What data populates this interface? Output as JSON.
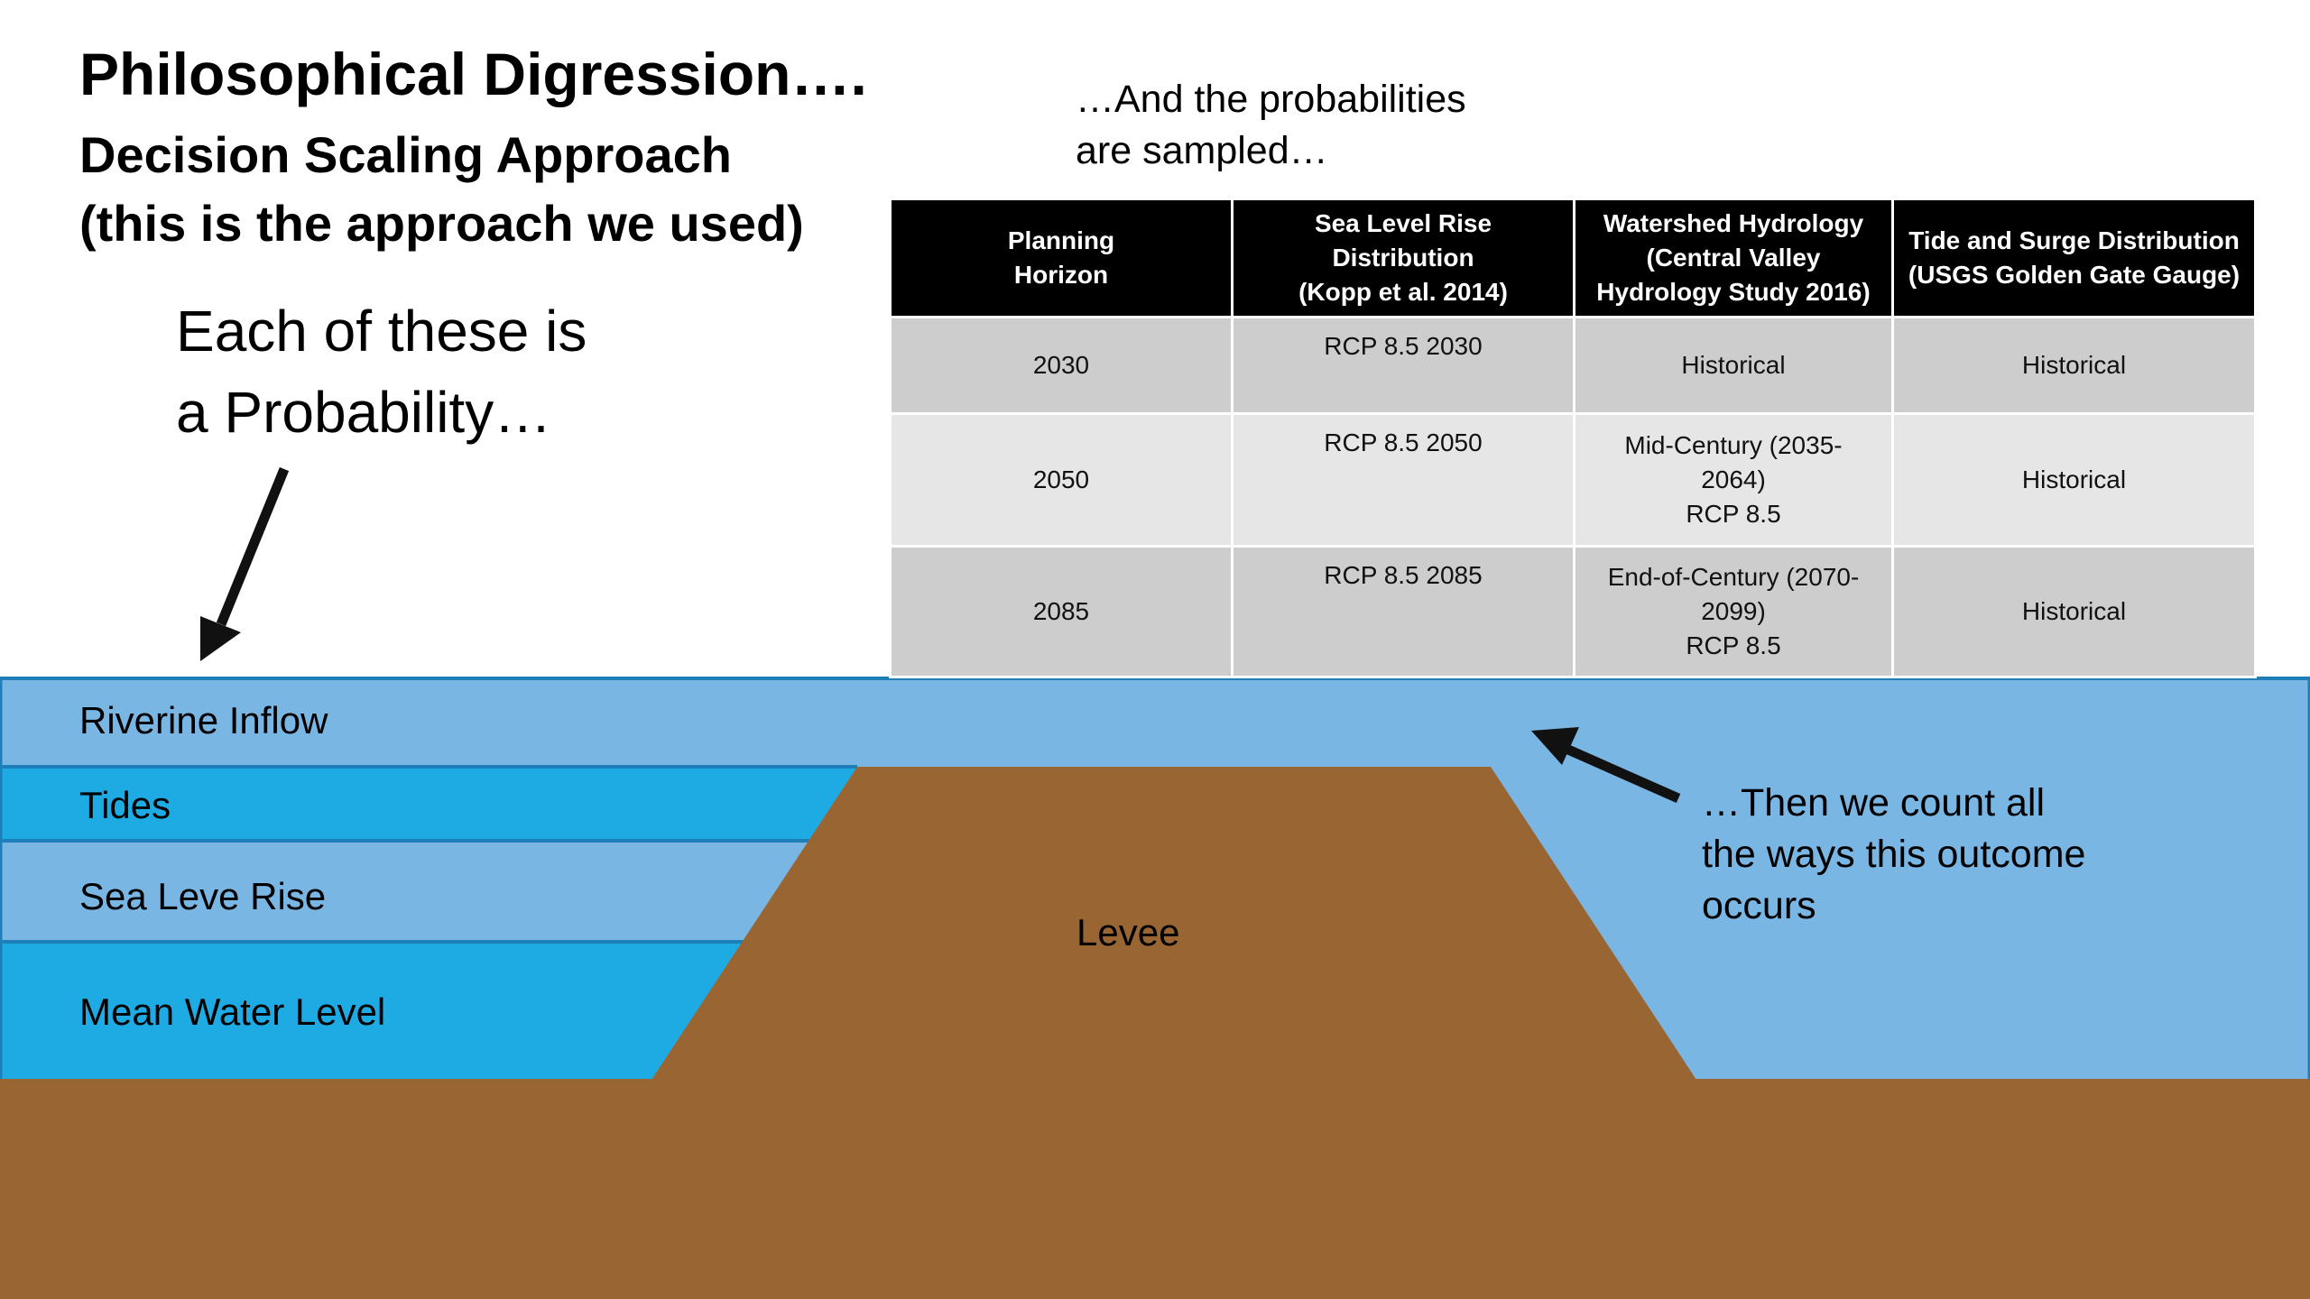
{
  "title": "Philosophical Digression….",
  "subtitle_lines": [
    "Decision Scaling Approach",
    "(this is the approach we used)"
  ],
  "probability_note_lines": [
    "Each of these is",
    "a Probability…"
  ],
  "sampled_note_lines": [
    "…And the probabilities",
    "are sampled…"
  ],
  "table": {
    "headers": [
      [
        "Planning",
        "Horizon"
      ],
      [
        "Sea Level Rise",
        "Distribution",
        "(Kopp et al. 2014)"
      ],
      [
        "Watershed Hydrology",
        "(Central Valley",
        "Hydrology Study 2016)"
      ],
      [
        "Tide and Surge Distribution",
        "(USGS Golden Gate Gauge)"
      ]
    ],
    "rows": [
      {
        "horizon": "2030",
        "slr": "RCP 8.5 2030",
        "hydrology": [
          "Historical"
        ],
        "tide": "Historical"
      },
      {
        "horizon": "2050",
        "slr": "RCP 8.5 2050",
        "hydrology": [
          "Mid-Century (2035-",
          "2064)",
          "RCP 8.5"
        ],
        "tide": "Historical"
      },
      {
        "horizon": "2085",
        "slr": "RCP 8.5 2085",
        "hydrology": [
          "End-of-Century (2070-",
          "2099)",
          "RCP 8.5"
        ],
        "tide": "Historical"
      }
    ]
  },
  "diagram": {
    "layers": [
      "Riverine Inflow",
      "Tides",
      "Sea Leve Rise",
      "Mean Water Level"
    ],
    "levee_label": "Levee",
    "colors": {
      "light_water": "#7ab6e4",
      "dark_water": "#1eabe3",
      "soil": "#996633",
      "water_border": "#1e7fb8"
    }
  },
  "count_note_lines": [
    "…Then we count all",
    "the ways this outcome",
    "occurs"
  ]
}
